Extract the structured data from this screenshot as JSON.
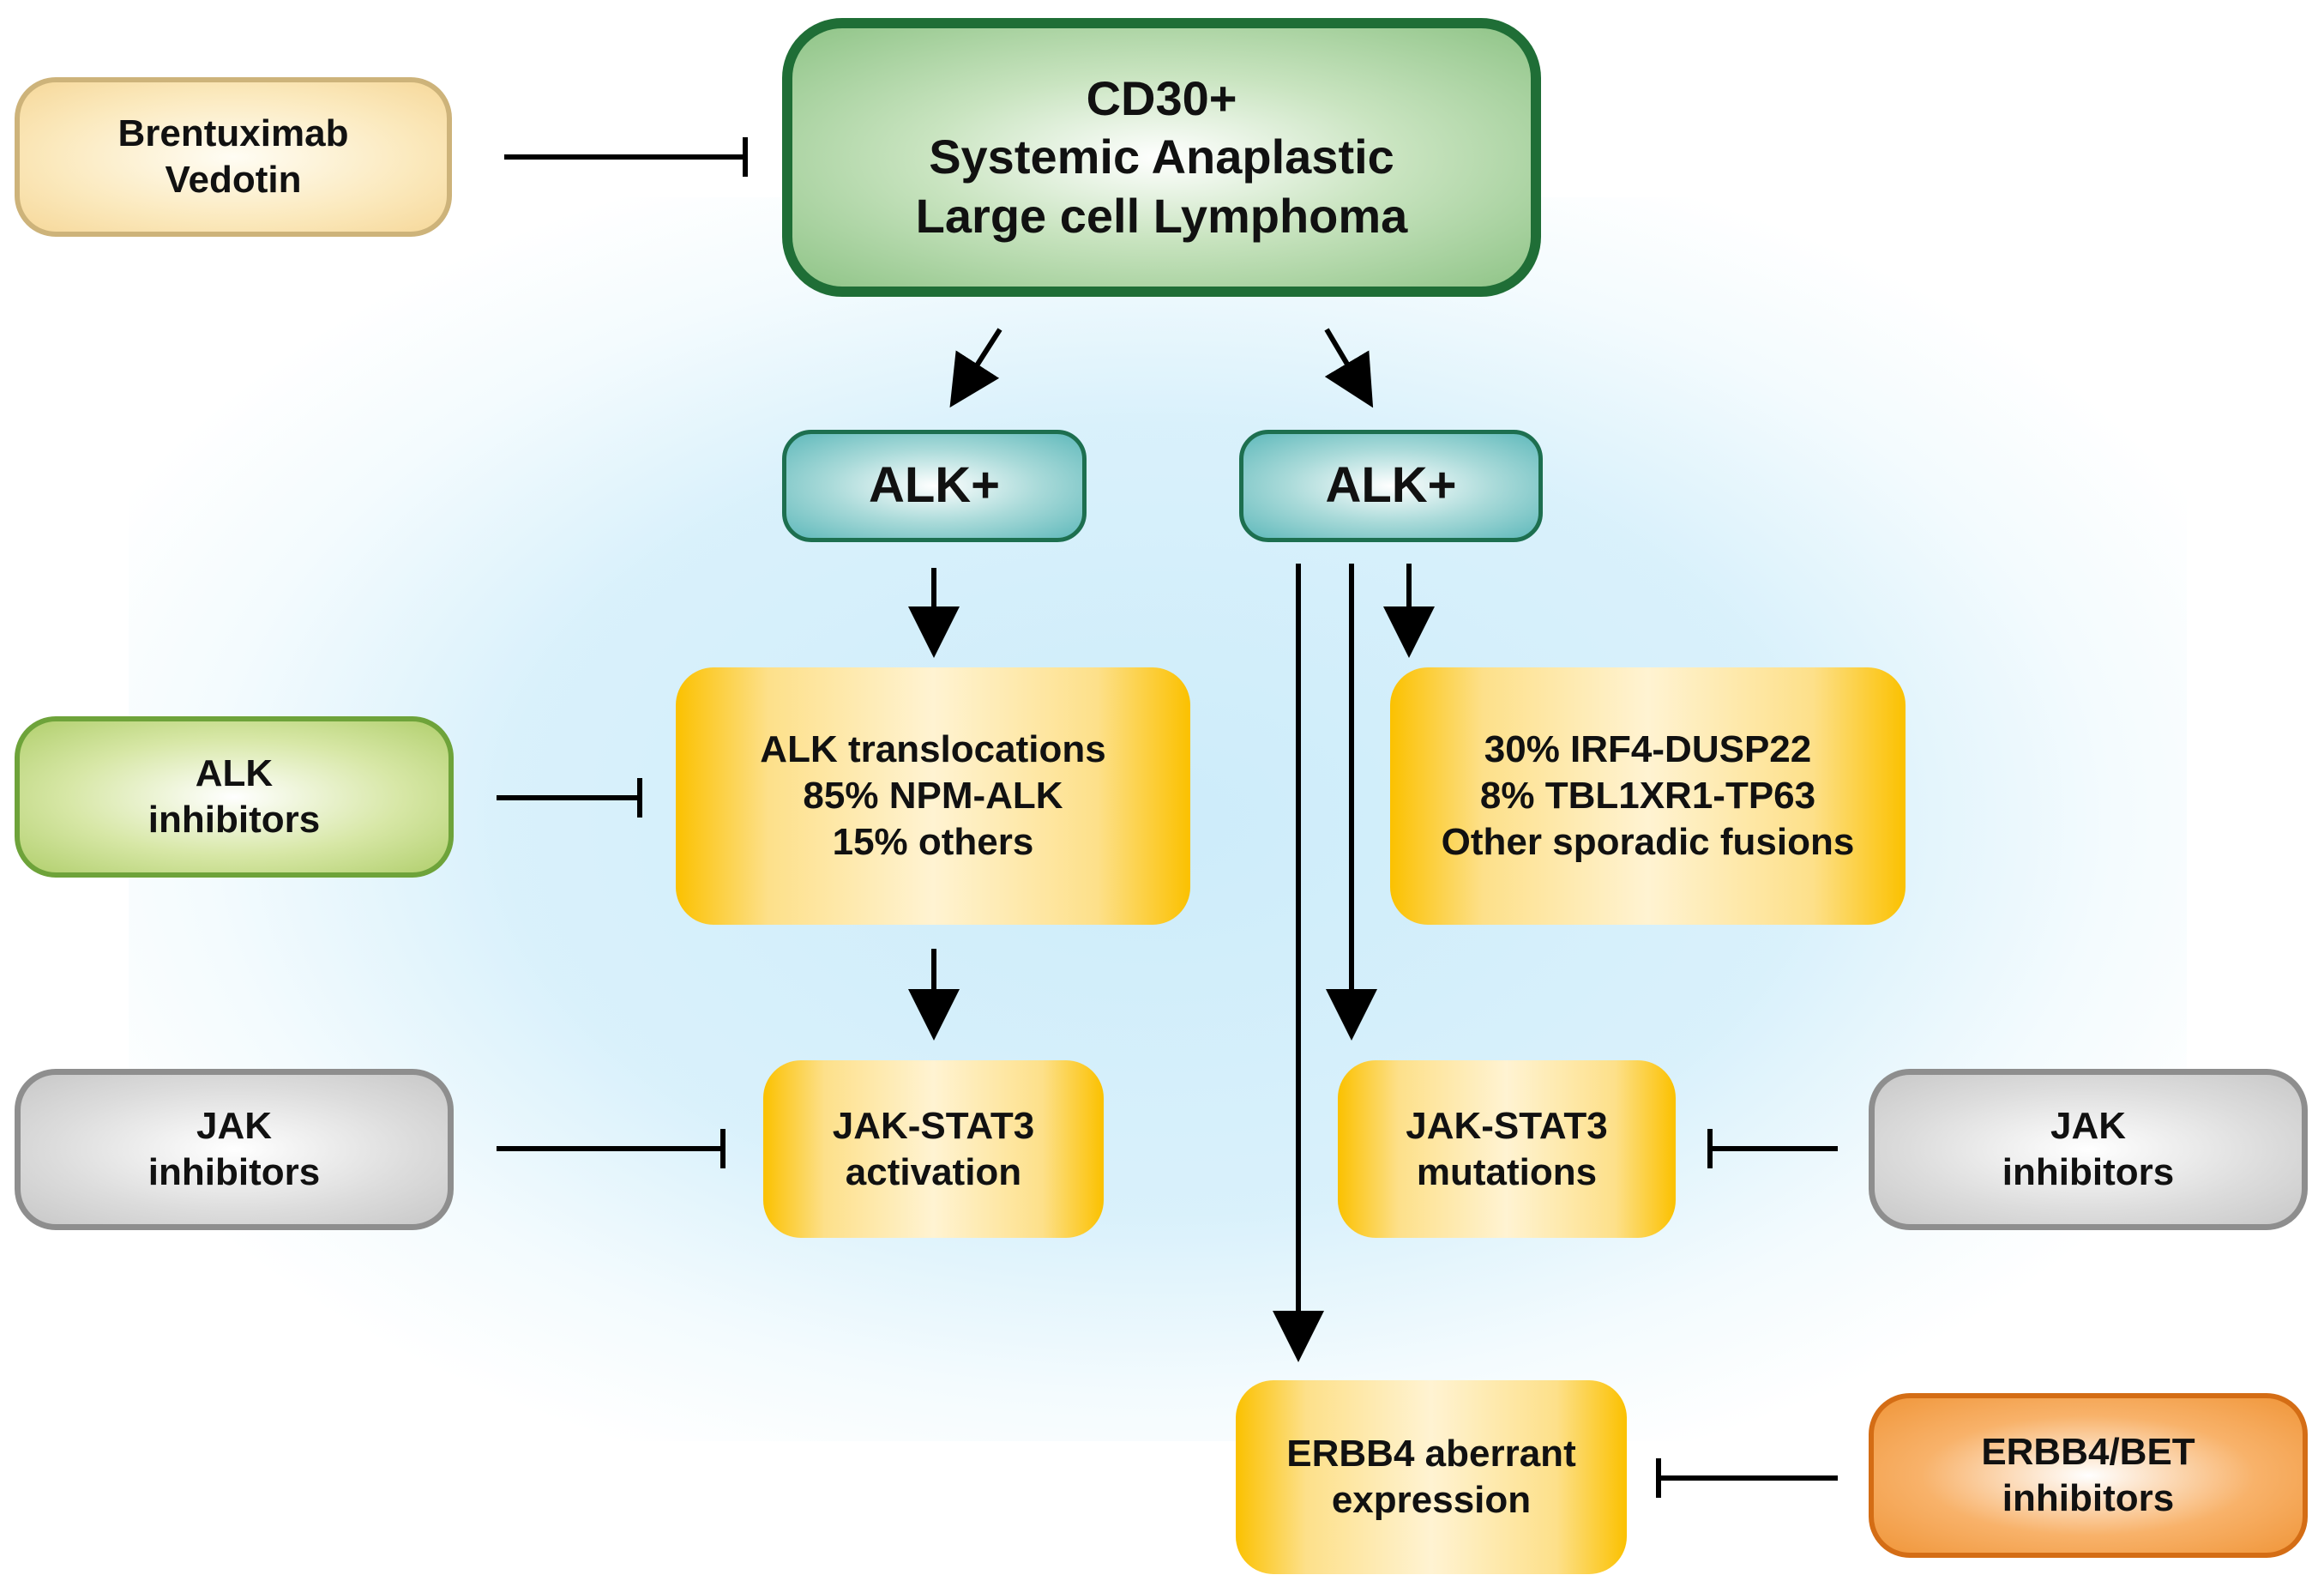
{
  "diagram": {
    "root": {
      "lines": [
        "CD30+",
        "Systemic Anaplastic",
        "Large cell Lymphoma"
      ]
    },
    "subtypes": {
      "left": {
        "label": "ALK+"
      },
      "right": {
        "label": "ALK+"
      }
    },
    "alterations": {
      "alk_translocations": {
        "lines": [
          "ALK translocations",
          "85% NPM-ALK",
          "15% others"
        ]
      },
      "fusions": {
        "lines": [
          "30% IRF4-DUSP22",
          "8% TBL1XR1-TP63",
          "Other sporadic fusions"
        ]
      },
      "jak_activation": {
        "lines": [
          "JAK-STAT3",
          "activation"
        ]
      },
      "jak_mutations": {
        "lines": [
          "JAK-STAT3",
          "mutations"
        ]
      },
      "erbb4": {
        "lines": [
          "ERBB4 aberrant",
          "expression"
        ]
      }
    },
    "drugs": {
      "brentuximab": {
        "lines": [
          "Brentuximab",
          "Vedotin"
        ]
      },
      "alk_inhibitors": {
        "lines": [
          "ALK",
          "inhibitors"
        ]
      },
      "jak_inhibitors_left": {
        "lines": [
          "JAK",
          "inhibitors"
        ]
      },
      "jak_inhibitors_right": {
        "lines": [
          "JAK",
          "inhibitors"
        ]
      },
      "erbb4_bet_inhibitors": {
        "lines": [
          "ERBB4/BET",
          "inhibitors"
        ]
      }
    },
    "edges": [
      {
        "from": "root",
        "to": "subtype-left",
        "type": "activation"
      },
      {
        "from": "root",
        "to": "subtype-right",
        "type": "activation"
      },
      {
        "from": "subtype-left",
        "to": "alk_translocations",
        "type": "activation"
      },
      {
        "from": "alk_translocations",
        "to": "jak_activation",
        "type": "activation"
      },
      {
        "from": "subtype-right",
        "to": "fusions",
        "type": "activation"
      },
      {
        "from": "subtype-right",
        "to": "jak_mutations",
        "type": "activation"
      },
      {
        "from": "subtype-right",
        "to": "erbb4",
        "type": "activation"
      },
      {
        "from": "brentuximab",
        "to": "root",
        "type": "inhibition"
      },
      {
        "from": "alk_inhibitors",
        "to": "alk_translocations",
        "type": "inhibition"
      },
      {
        "from": "jak_inhibitors_left",
        "to": "jak_activation",
        "type": "inhibition"
      },
      {
        "from": "jak_inhibitors_right",
        "to": "jak_mutations",
        "type": "inhibition"
      },
      {
        "from": "erbb4_bet_inhibitors",
        "to": "erbb4",
        "type": "inhibition"
      }
    ],
    "colors": {
      "root_border": "#1f6e36",
      "alk_fill": "#5fb9bb",
      "alteration_fill": "#fbc100",
      "brentuximab_border": "#cdb37a",
      "alk_inhibitor_border": "#6ea33a",
      "jak_inhibitor_border": "#8e8e8e",
      "erbb4_inhibitor_border": "#d46d15",
      "background_halo": "#d7f0fb"
    }
  }
}
